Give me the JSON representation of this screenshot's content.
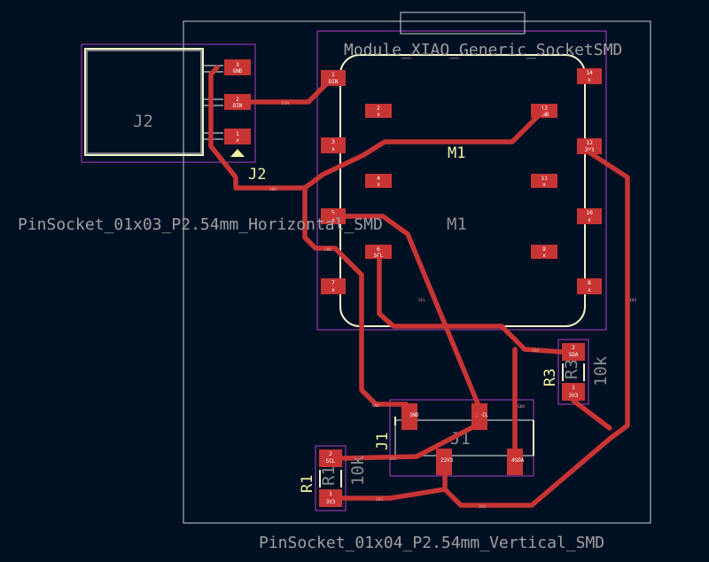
{
  "board": {
    "colors": {
      "background": "#001023",
      "copper": "#c83434",
      "silkscreen": "#f2f2c8",
      "courtyard": "#b040c0",
      "edge": "#d0d0d0"
    }
  },
  "labels": {
    "m1_footprint": "Module_XIAO_Generic_SocketSMD",
    "m1_ref": "M1",
    "m1_ref_shadow": "M1",
    "j2_footprint": "PinSocket_01x03_P2.54mm_Horizontal_SMD",
    "j2_ref": "J2",
    "j2_ref_body": "J2",
    "j1_footprint": "PinSocket_01x04_P2.54mm_Vertical_SMD",
    "j1_ref": "J1",
    "j1_ref_body": "J1",
    "r1_ref": "R1",
    "r1_ref_body": "R1",
    "r1_value": "10k",
    "r3_ref": "R3",
    "r3_ref_body": "R3",
    "r3_value": "10k"
  },
  "pads": {
    "m1_1": {
      "num": "1",
      "net": "DIN"
    },
    "m1_2": {
      "num": "2",
      "net": "x"
    },
    "m1_3": {
      "num": "3",
      "net": "x"
    },
    "m1_4": {
      "num": "4",
      "net": "x"
    },
    "m1_5": {
      "num": "5",
      "net": "x"
    },
    "m1_6": {
      "num": "6",
      "net": "SCL"
    },
    "m1_7": {
      "num": "7",
      "net": "x"
    },
    "m1_8": {
      "num": "8",
      "net": "x"
    },
    "m1_9": {
      "num": "9",
      "net": "x"
    },
    "m1_10": {
      "num": "10",
      "net": "x"
    },
    "m1_11": {
      "num": "11",
      "net": "x"
    },
    "m1_12": {
      "num": "12",
      "net": "3V3"
    },
    "m1_13": {
      "num": "13",
      "net": "GND"
    },
    "m1_14": {
      "num": "14",
      "net": "x"
    },
    "j2_3": {
      "num": "3",
      "net": "GND"
    },
    "j2_2": {
      "num": "2",
      "net": "DIN"
    },
    "j2_1": {
      "num": "1",
      "net": "x"
    },
    "j1_1": {
      "num": "1",
      "net": "GND"
    },
    "j1_2": {
      "num": "2",
      "net": "3V3"
    },
    "j1_3": {
      "num": "3",
      "net": "SCL"
    },
    "j1_4": {
      "num": "4",
      "net": "SDA"
    },
    "r1_2": {
      "num": "2",
      "net": "SCL"
    },
    "r1_1": {
      "num": "1",
      "net": "3V3"
    },
    "r3_2": {
      "num": "2",
      "net": "SDA"
    },
    "r3_1": {
      "num": "1",
      "net": "3V3"
    }
  },
  "trace_nets": {
    "din": "DIN",
    "gnd_a": "GND",
    "gnd_b": "GND",
    "gnd_c": "GND",
    "scl_a": "SCL",
    "scl_b": "SCL",
    "sda_a": "SDA",
    "sda_b": "SDA",
    "v33_a": "3V3",
    "v33_b": "3V3",
    "v33_c": "3V3"
  }
}
